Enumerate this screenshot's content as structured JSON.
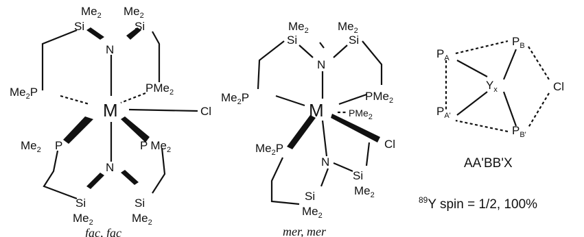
{
  "structures": {
    "fac": {
      "caption": "fac, fac",
      "metal": "M",
      "cl": "Cl",
      "atoms": {
        "me": "Me",
        "two": "2",
        "si": "Si",
        "n": "N",
        "p": "P",
        "pme": "PMe"
      }
    },
    "mer": {
      "caption": "mer, mer",
      "metal": "M",
      "cl": "Cl",
      "atoms": {
        "me": "Me",
        "two": "2",
        "si": "Si",
        "n": "N",
        "p": "P",
        "pme": "PMe"
      }
    },
    "spin": {
      "pa": "P",
      "sub_a": "A",
      "sub_a2": "A'",
      "pb": "P",
      "sub_b": "B",
      "sub_b2": "B'",
      "y": "Y",
      "sub_x": "x",
      "cl": "Cl",
      "system_label": "AA'BB'X",
      "isotope": "89",
      "spin_text": "Y  spin = 1/2, 100%"
    }
  }
}
